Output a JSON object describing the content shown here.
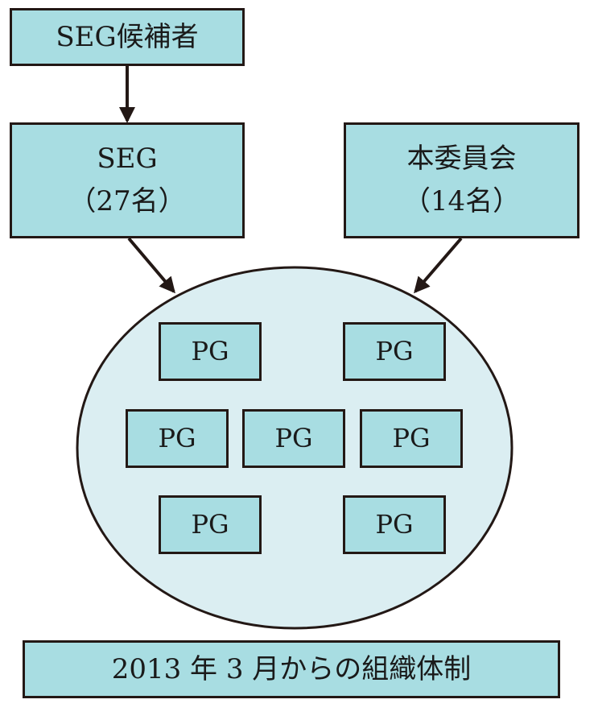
{
  "diagram": {
    "candidate_box": {
      "label": "SEG候補者"
    },
    "seg_box": {
      "title": "SEG",
      "count": "（27名）"
    },
    "committee_box": {
      "title": "本委員会",
      "count": "（14名）"
    },
    "pg_groups": [
      {
        "label": "PG"
      },
      {
        "label": "PG"
      },
      {
        "label": "PG"
      },
      {
        "label": "PG"
      },
      {
        "label": "PG"
      },
      {
        "label": "PG"
      },
      {
        "label": "PG"
      }
    ],
    "caption": "2013 年 3 月からの組織体制"
  },
  "colors": {
    "box_fill": "#a8dde2",
    "ellipse_fill": "#dbeef2",
    "stroke": "#231815"
  }
}
